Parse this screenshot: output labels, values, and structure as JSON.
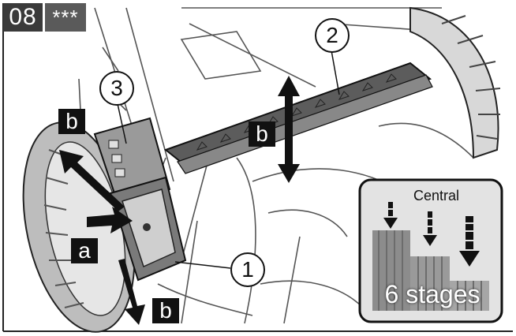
{
  "header": {
    "step": "08",
    "difficulty": "***"
  },
  "callouts": {
    "c1": "1",
    "c2": "2",
    "c3": "3"
  },
  "labels": {
    "a": "a",
    "b": "b"
  },
  "inset": {
    "title": "Central",
    "caption": "6 stages"
  }
}
